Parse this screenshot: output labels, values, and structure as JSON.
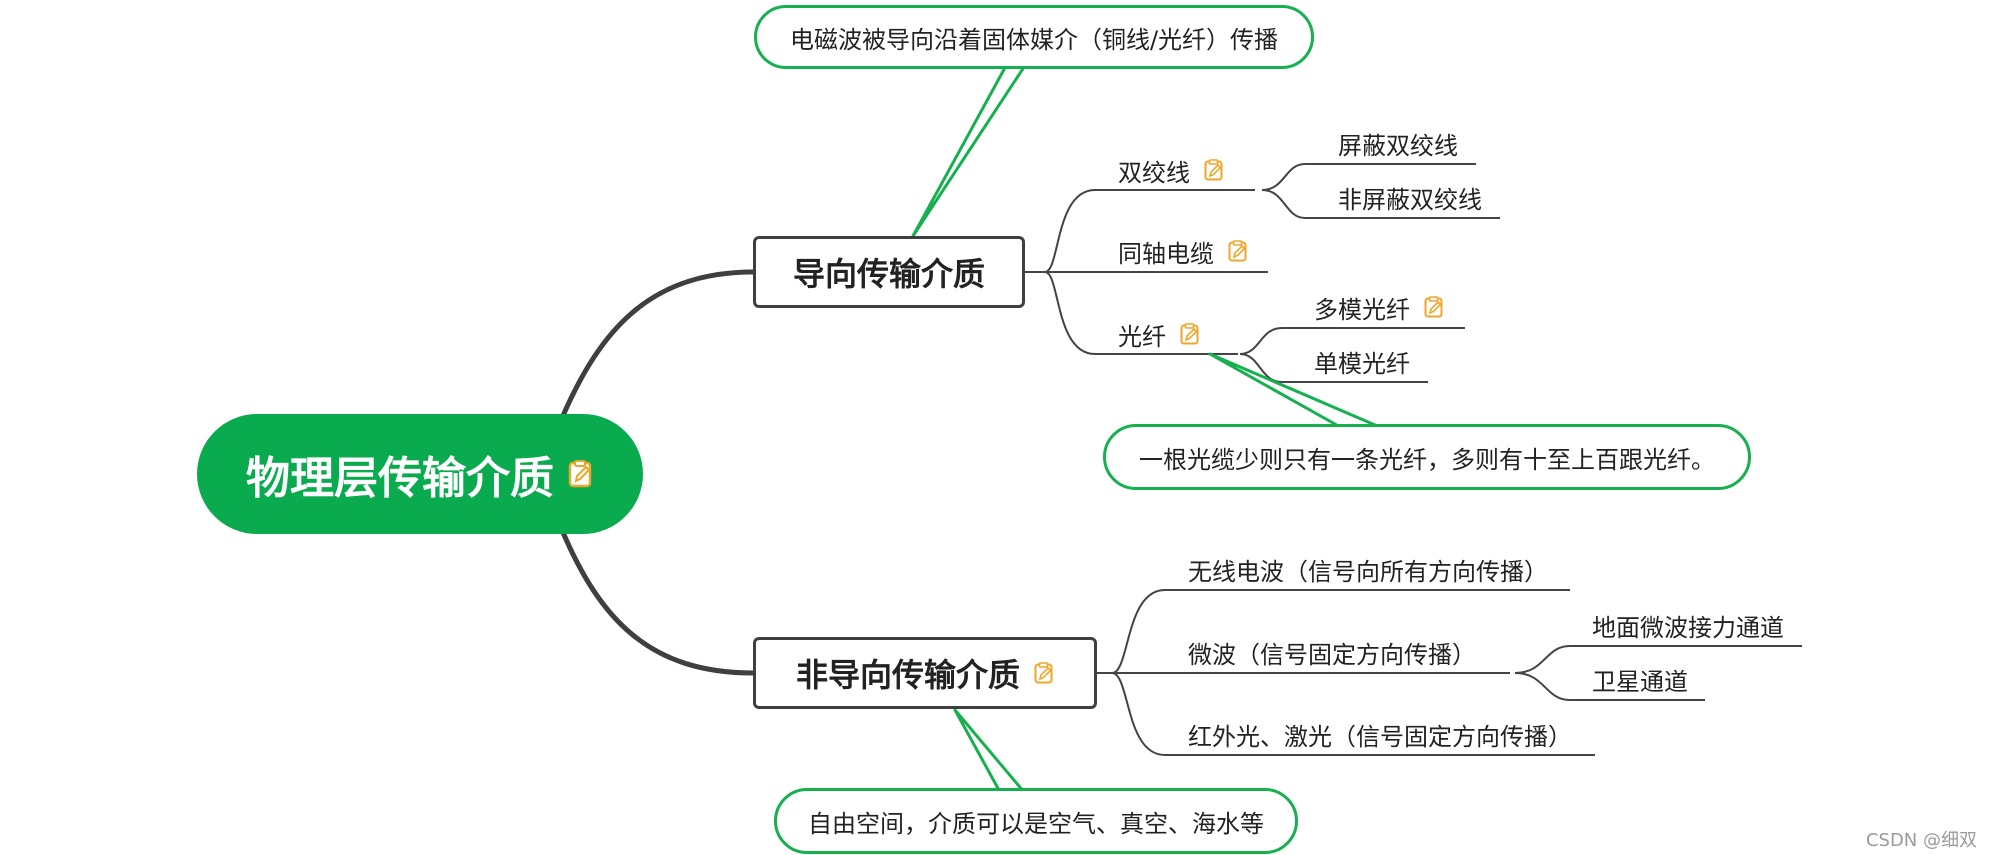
{
  "root": {
    "label": "物理层传输介质"
  },
  "guided": {
    "label": "导向传输介质",
    "note": "电磁波被导向沿着固体媒介（铜线/光纤）传播",
    "twisted_pair": {
      "label": "双绞线",
      "children": [
        "屏蔽双绞线",
        "非屏蔽双绞线"
      ]
    },
    "coax": {
      "label": "同轴电缆"
    },
    "fiber": {
      "label": "光纤",
      "children": [
        "多模光纤",
        "单模光纤"
      ],
      "note": "一根光缆少则只有一条光纤，多则有十至上百跟光纤。"
    }
  },
  "unguided": {
    "label": "非导向传输介质",
    "note": "自由空间，介质可以是空气、真空、海水等",
    "radio": {
      "label": "无线电波（信号向所有方向传播）"
    },
    "microwave": {
      "label": "微波（信号固定方向传播）",
      "children": [
        "地面微波接力通道",
        "卫星通道"
      ]
    },
    "infrared": {
      "label": "红外光、激光（信号固定方向传播）"
    }
  },
  "watermark": "CSDN @细双",
  "colors": {
    "root_fill": "#0aaa4e",
    "callout_border": "#16b04f",
    "line": "#3f3f3f",
    "note_icon": "#f0a628"
  }
}
